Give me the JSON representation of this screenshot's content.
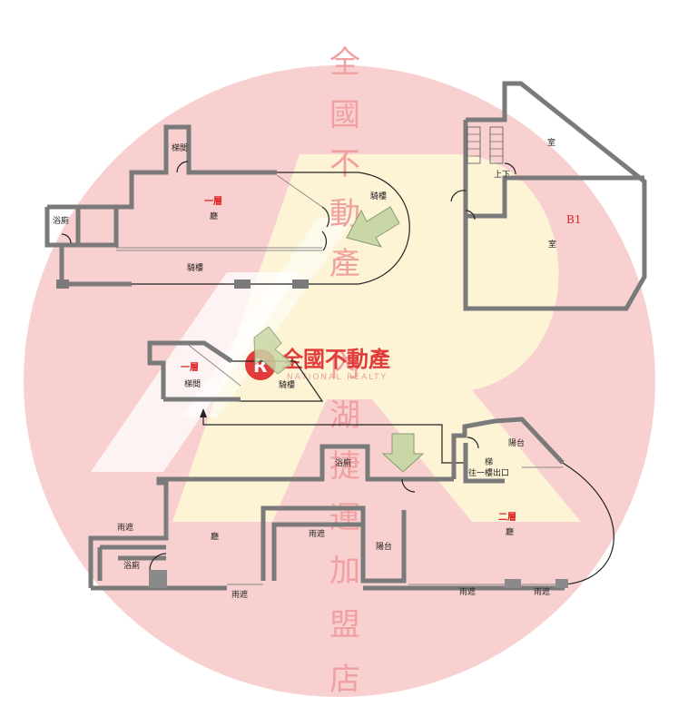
{
  "watermark": {
    "vertical_text": [
      "全",
      "國",
      "不",
      "動",
      "產",
      "內",
      "湖",
      "捷",
      "運",
      "加",
      "盟",
      "店"
    ],
    "brand_name": "全國不動產",
    "brand_sub": "NATIONAL REALTY",
    "logo_letter": "R"
  },
  "floor1": {
    "title": "一層",
    "hall": "廳",
    "stair_room": "梯間",
    "bathroom": "浴廁",
    "arcade_right": "騎樓",
    "arcade_bottom": "騎樓"
  },
  "floor1_small": {
    "title": "一層",
    "stair_room": "梯間",
    "arcade": "騎樓"
  },
  "basement": {
    "title": "B1",
    "room_top": "室",
    "room_main": "室",
    "stair_note": "上下"
  },
  "floor2": {
    "title": "二層",
    "hall": "廳",
    "bathroom_left": "浴廁",
    "bathroom_top": "浴廁",
    "balcony_right": "陽台",
    "balcony_mid": "陽台",
    "corridor_top_left": "雨遮",
    "corridor_mid": "雨遮",
    "corridor_bottom_left": "雨遮",
    "corridor_bottom_mid": "雨遮",
    "corridor_bottom_right": "雨遮",
    "stair": "梯",
    "exit_note": "往一樓出口"
  },
  "colors": {
    "watermark_circle": "#f8c8c8",
    "watermark_r": "#fdf6d6",
    "watermark_text": "#f0a0a0",
    "brand_red": "#e23b3b",
    "arrow_fill": "#c9d6a6",
    "title_red": "#dd2222"
  }
}
